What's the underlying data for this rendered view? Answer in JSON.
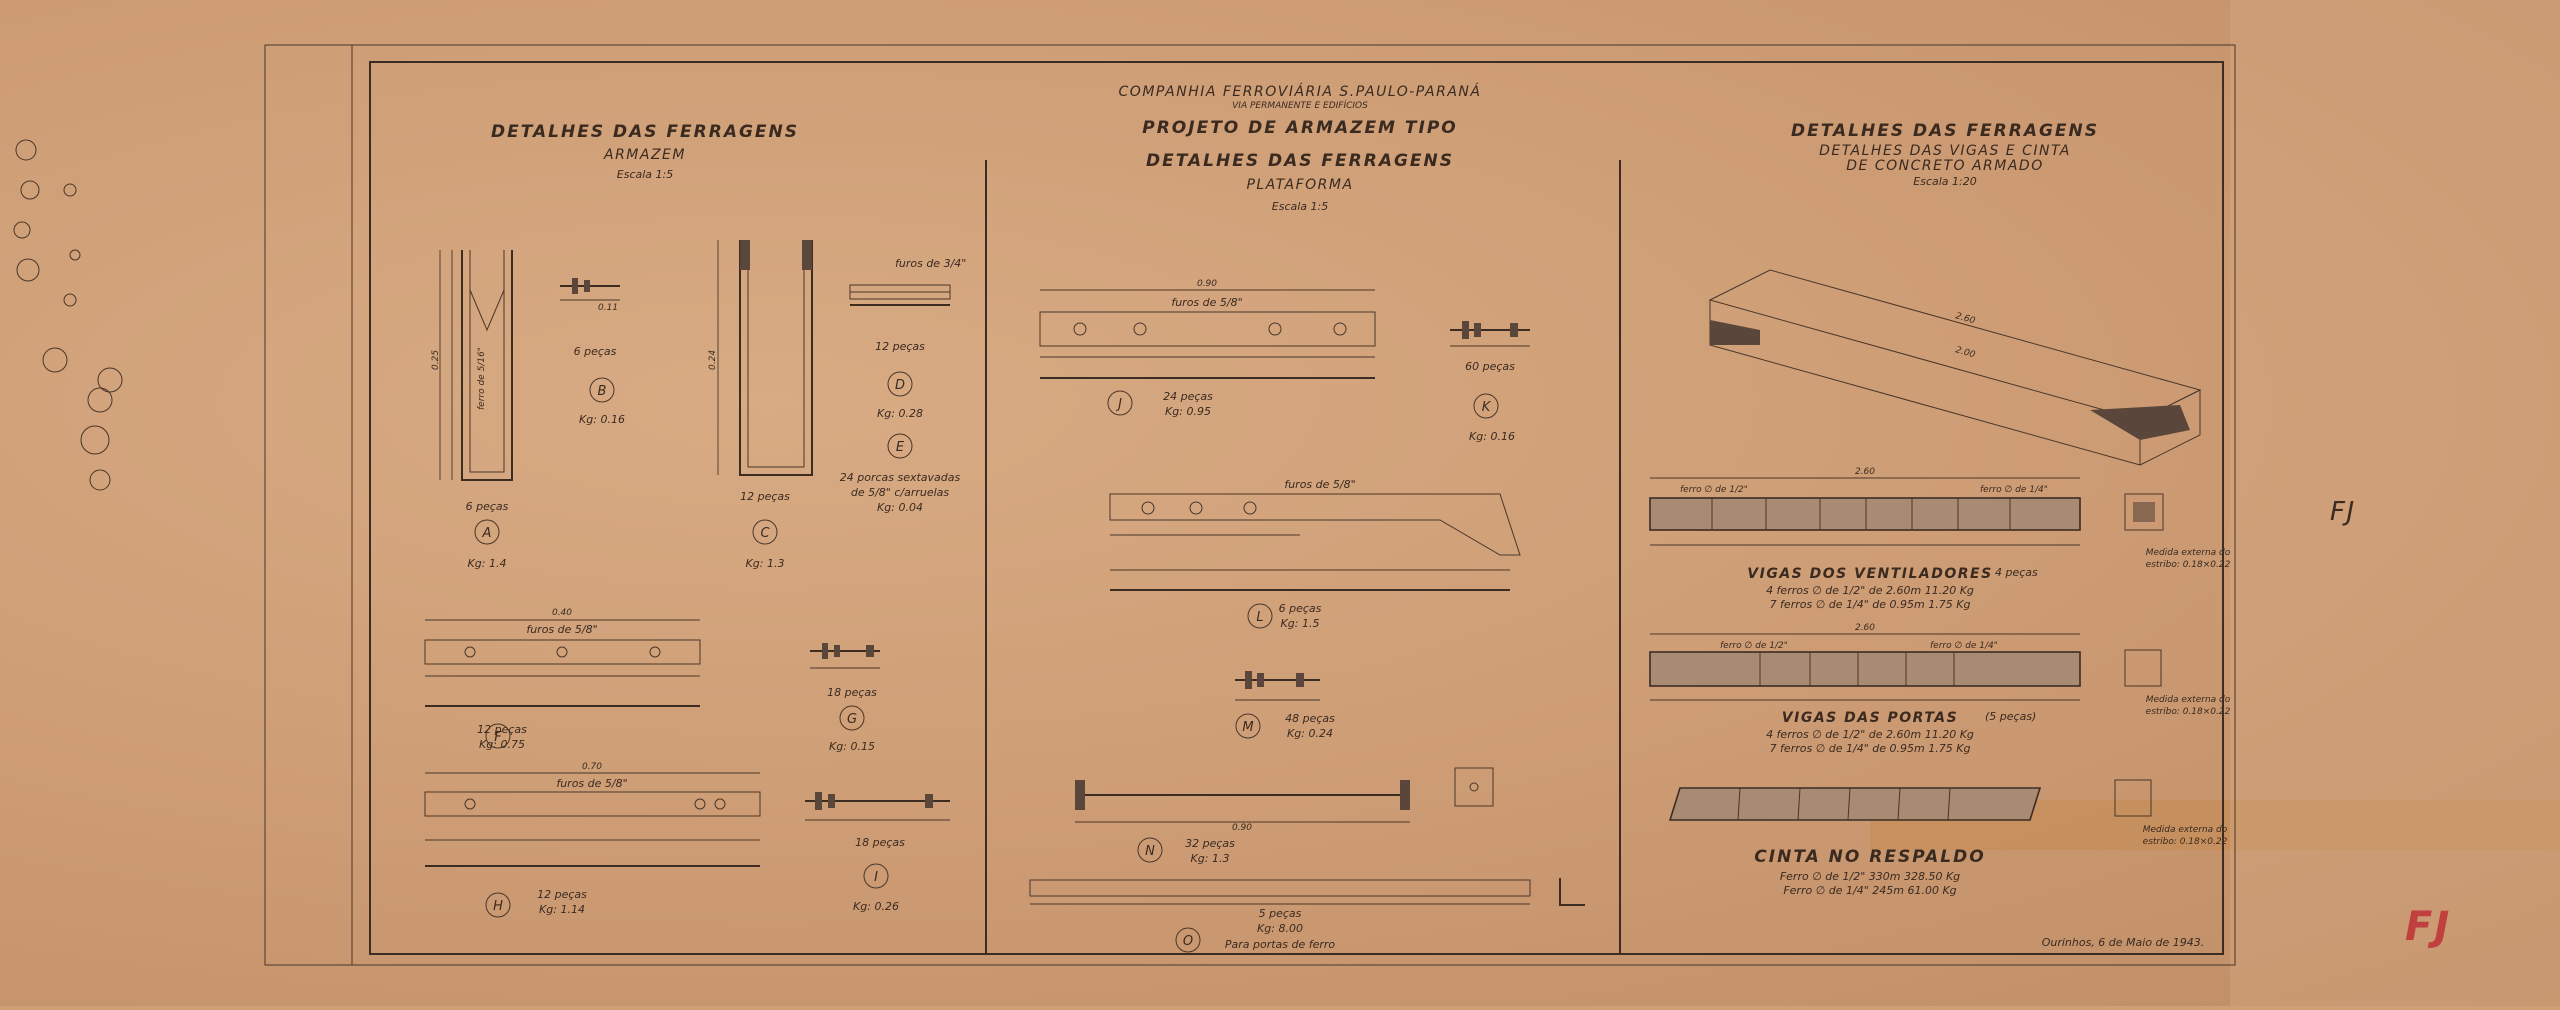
{
  "header": {
    "company": "COMPANHIA FERROVIÁRIA S.PAULO-PARANÁ",
    "division": "VIA PERMANENTE E EDIFÍCIOS",
    "project": "PROJETO DE ARMAZEM TIPO",
    "subtitle": "DETALHES DAS FERRAGENS",
    "section": "PLATAFORMA",
    "scale": "Escala 1:5"
  },
  "left": {
    "title": "DETALHES DAS FERRAGENS",
    "sub": "ARMAZEM",
    "scale": "Escala 1:5",
    "A": {
      "letter": "A",
      "qty": "6 peças",
      "kg": "Kg: 1.4",
      "bar": "ferro de 5/16\""
    },
    "B": {
      "letter": "B",
      "qty": "6 peças",
      "kg": "Kg: 0.16"
    },
    "C": {
      "letter": "C",
      "qty": "12 peças",
      "kg": "Kg: 1.3"
    },
    "D": {
      "letter": "D",
      "qty": "12 peças",
      "kg": "Kg: 0.28",
      "holes": "furos de 3/4\""
    },
    "E": {
      "letter": "E",
      "text1": "24 porcas sextavadas",
      "text2": "de 5/8\" c/arruelas",
      "kg": "Kg: 0.04"
    },
    "F": {
      "letter": "F",
      "qty": "12 peças",
      "kg": "Kg: 0.75",
      "holes": "furos de 5/8\""
    },
    "G": {
      "letter": "G",
      "qty": "18 peças",
      "kg": "Kg: 0.15"
    },
    "H": {
      "letter": "H",
      "qty": "12 peças",
      "kg": "Kg: 1.14",
      "holes": "furos de 5/8\""
    },
    "I": {
      "letter": "I",
      "qty": "18 peças",
      "kg": "Kg: 0.26"
    }
  },
  "middle": {
    "J": {
      "letter": "J",
      "qty": "24 peças",
      "kg": "Kg: 0.95",
      "holes": "furos de 5/8\""
    },
    "K": {
      "letter": "K",
      "qty": "60 peças",
      "kg": "Kg: 0.16"
    },
    "L": {
      "letter": "L",
      "qty": "6 peças",
      "kg": "Kg: 1.5",
      "holes": "furos de 5/8\""
    },
    "M": {
      "letter": "M",
      "qty": "48 peças",
      "kg": "Kg: 0.24"
    },
    "N": {
      "letter": "N",
      "qty": "32 peças",
      "kg": "Kg: 1.3"
    },
    "O": {
      "letter": "O",
      "qty": "5 peças",
      "kg": "Kg: 8.00",
      "note": "Para portas de ferro"
    }
  },
  "right": {
    "title": "DETALHES DAS FERRAGENS",
    "sub1": "DETALHES DAS VIGAS E CINTA",
    "sub2": "DE CONCRETO ARMADO",
    "scale": "Escala 1:20",
    "vent": {
      "title": "VIGAS DOS VENTILADORES",
      "count": "4 peças",
      "line1": "4 ferros ∅ de 1/2\" de 2.60m  11.20 Kg",
      "line2": "7 ferros ∅ de 1/4\" de 0.95m   1.75 Kg",
      "section_note1": "Medida externa do",
      "section_note2": "estribo: 0.18×0.22",
      "bar1": "ferro ∅ de 1/2\"",
      "bar2": "ferro ∅ de 1/4\""
    },
    "portas": {
      "title": "VIGAS DAS PORTAS",
      "count": "(5 peças)",
      "line1": "4 ferros ∅ de 1/2\" de 2.60m  11.20 Kg",
      "line2": "7 ferros ∅ de 1/4\" de 0.95m   1.75 Kg",
      "section_note1": "Medida externa do",
      "section_note2": "estribo: 0.18×0.22",
      "bar1": "ferro ∅ de 1/2\"",
      "bar2": "ferro ∅ de 1/4\""
    },
    "cinta": {
      "title": "CINTA NO RESPALDO",
      "line1": "Ferro ∅ de 1/2\"   330m   328.50 Kg",
      "line2": "Ferro ∅ de 1/4\"   245m    61.00 Kg",
      "section_note1": "Medida externa do",
      "section_note2": "estribo: 0.18×0.22"
    },
    "signature": "Ourinhos, 6 de Maio de 1943."
  },
  "marks": {
    "corner": "FJ",
    "side": "FJ"
  }
}
